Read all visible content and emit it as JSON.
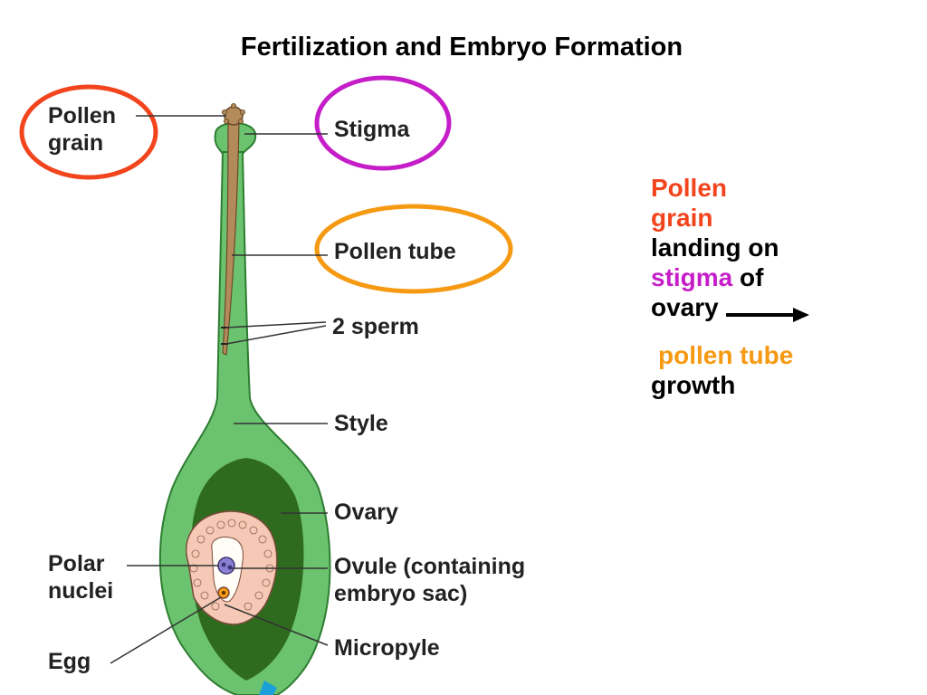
{
  "slide": {
    "title": "Fertilization and Embryo Formation"
  },
  "labels": {
    "pollen_grain_l1": "Pollen",
    "pollen_grain_l2": "grain",
    "stigma": "Stigma",
    "pollen_tube": "Pollen tube",
    "two_sperm": "2 sperm",
    "style": "Style",
    "ovary": "Ovary",
    "ovule_l1": "Ovule (containing",
    "ovule_l2": "embryo sac)",
    "polar_l1": "Polar",
    "polar_l2": "nuclei",
    "egg": "Egg",
    "micropyle": "Micropyle"
  },
  "side_text": {
    "pollen": "Pollen",
    "grain": "grain",
    "landing_on": "landing on",
    "stigma": "stigma",
    "of": "of",
    "ovary": "ovary",
    "pollen_tube": "pollen tube",
    "growth": "growth"
  },
  "colors": {
    "pollen_grain_circle": "#f2441d",
    "stigma_circle": "#c51ec9",
    "pollen_tube_circle": "#f59a12",
    "plant_green": "#6cc36f",
    "plant_outline": "#2e7d32",
    "tube_brown": "#b38a5a",
    "ovary_dark": "#2f6b1f",
    "ovule_pink": "#f5c9b5",
    "cyan_fragment": "#1aa0d8"
  }
}
